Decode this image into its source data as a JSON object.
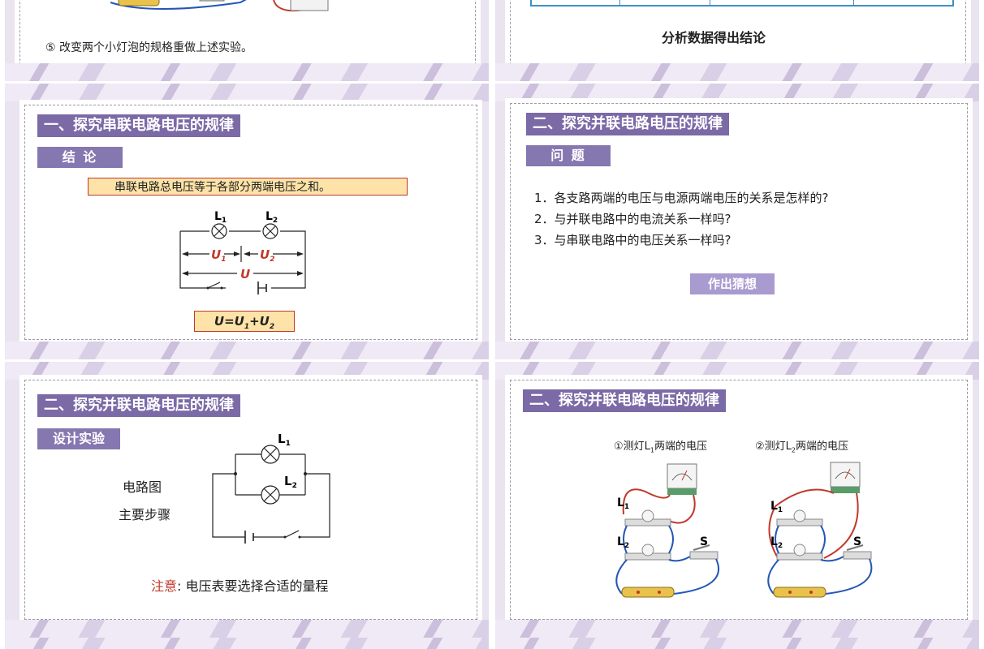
{
  "slide_top_left": {
    "step5": "⑤ 改变两个小灯泡的规格重做上述实验。"
  },
  "slide_top_right": {
    "conclusion_label": "分析数据得出结论"
  },
  "slide_series": {
    "banner": "一、探究串联电路电压的规律",
    "tag": "结 论",
    "conclusion": "串联电路总电压等于各部分两端电压之和。",
    "diagram": {
      "L1": "L",
      "L1_sub": "1",
      "L2": "L",
      "L2_sub": "2",
      "U1": "U",
      "U1_sub": "1",
      "U2": "U",
      "U2_sub": "2",
      "U": "U"
    },
    "formula": {
      "U": "U",
      "eq": "=",
      "U1": "U",
      "sub1": "1",
      "plus": "+",
      "U2": "U",
      "sub2": "2"
    }
  },
  "slide_parallel_question": {
    "banner": "二、探究并联电路电压的规律",
    "tag": "问 题",
    "questions": [
      "1．各支路两端的电压与电源两端电压的关系是怎样的?",
      "2．与并联电路中的电流关系一样吗?",
      "3．与串联电路中的电压关系一样吗?"
    ],
    "guess_button": "作出猜想"
  },
  "slide_parallel_design": {
    "banner": "二、探究并联电路电压的规律",
    "tag": "设计实验",
    "circuit_label": "电路图",
    "steps_label": "主要步骤",
    "note_label": "注意",
    "note_text": ": 电压表要选择合适的量程",
    "diagram": {
      "L1": "L",
      "L1_sub": "1",
      "L2": "L",
      "L2_sub": "2"
    }
  },
  "slide_parallel_measure": {
    "banner": "二、探究并联电路电压的规律",
    "caption1": {
      "pre": "①测灯L",
      "sub": "1",
      "post": "两端的电压"
    },
    "caption2": {
      "pre": "②测灯L",
      "sub": "2",
      "post": "两端的电压"
    },
    "labels": {
      "L": "L",
      "sub1": "1",
      "sub2": "2",
      "S": "S"
    }
  },
  "colors": {
    "banner": "#7b6aa6",
    "tag": "#8577b0",
    "highlight": "#fde3a7",
    "highlight_border": "#c0392b",
    "red": "#c0392b"
  }
}
